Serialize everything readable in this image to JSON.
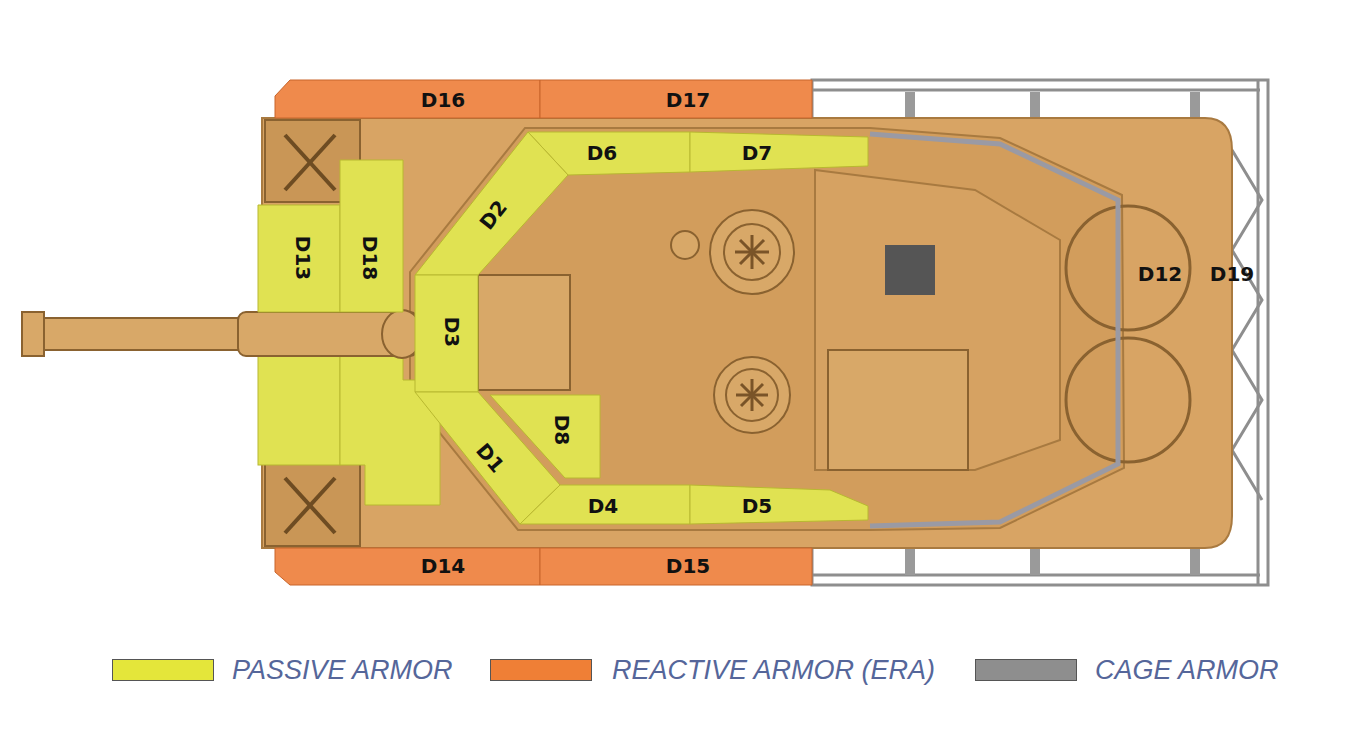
{
  "diagram": {
    "nodes": [
      {
        "text": [
          "D16"
        ]
      },
      {
        "text": [
          "D17"
        ]
      },
      {
        "text": [
          "D6"
        ]
      },
      {
        "text": [
          "D7"
        ]
      },
      {
        "text": [
          "D2"
        ]
      },
      {
        "text": [
          "D13"
        ]
      },
      {
        "text": [
          "D18"
        ]
      },
      {
        "text": [
          "D3"
        ]
      },
      {
        "text": [
          "D8"
        ]
      },
      {
        "text": [
          "D1"
        ]
      },
      {
        "text": [
          "D4"
        ]
      },
      {
        "text": [
          "D5"
        ]
      },
      {
        "text": [
          "D14"
        ]
      },
      {
        "text": [
          "D15"
        ]
      }
    ],
    "labels": [
      "D12",
      "D19"
    ],
    "legend": [
      {
        "text": "PASSIVE ARMOR",
        "color": "#e4e63a"
      },
      {
        "text": "REACTIVE ARMOR (ERA)",
        "color": "#ef7f36"
      },
      {
        "text": "CAGE ARMOR",
        "color": "#8e8e8e"
      }
    ]
  }
}
